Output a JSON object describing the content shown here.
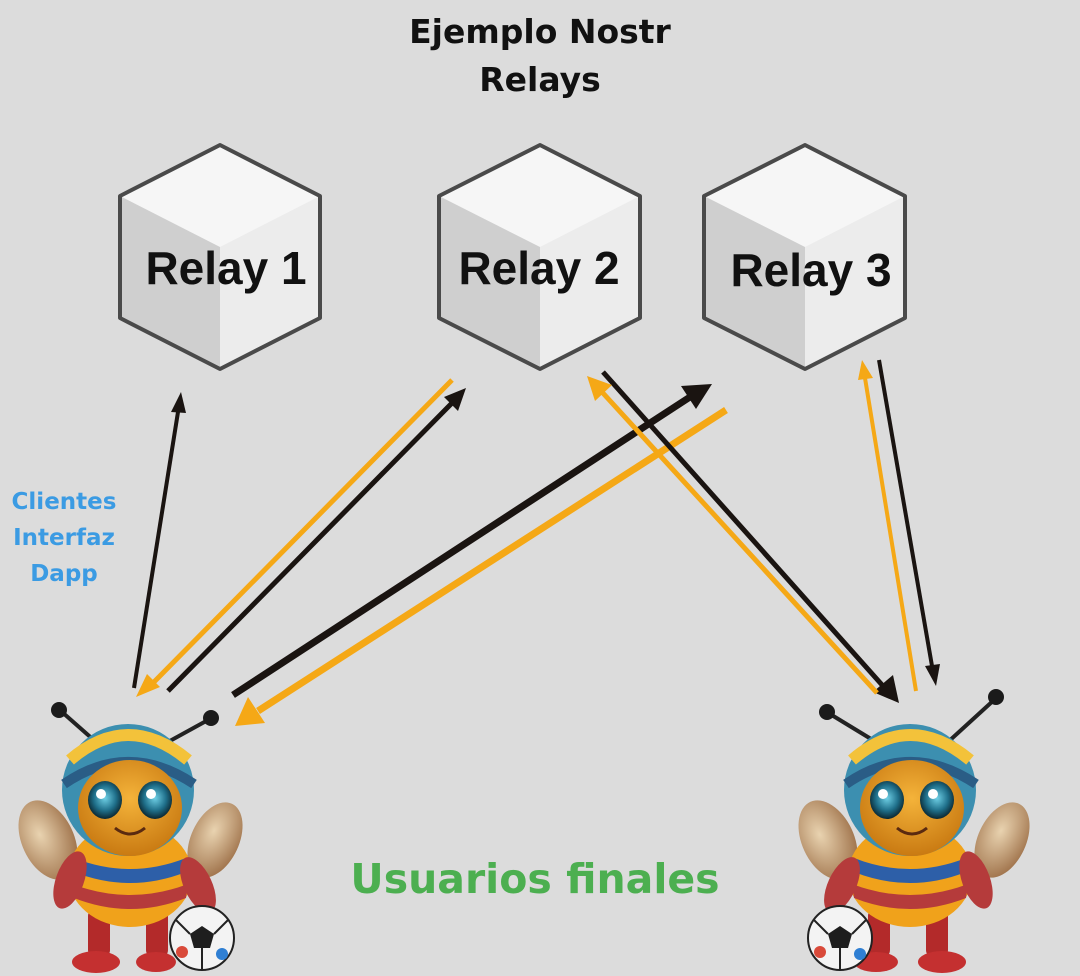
{
  "title": {
    "line1": "Ejemplo Nostr",
    "line2": "Relays"
  },
  "relays": [
    {
      "label": "Relay 1"
    },
    {
      "label": "Relay 2"
    },
    {
      "label": "Relay 3"
    }
  ],
  "side_label": {
    "line1": "Clientes",
    "line2": "Interfaz",
    "line3": "Dapp"
  },
  "users_label": "Usuarios finales",
  "users": [
    {
      "icon": "bee-mascot-with-soccer-ball"
    },
    {
      "icon": "bee-mascot-with-soccer-ball"
    }
  ],
  "colors": {
    "background": "#dcdcdc",
    "arrow_dark": "#1a1411",
    "arrow_orange": "#f5a816",
    "side_label": "#3b9be3",
    "users_label": "#4caf50"
  }
}
